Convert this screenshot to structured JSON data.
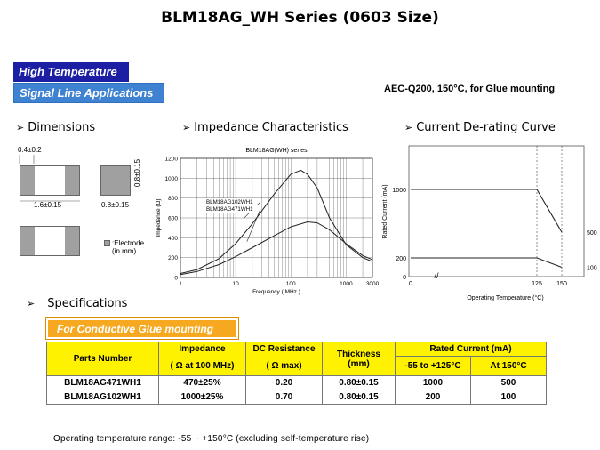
{
  "title": "BLM18AG_WH Series (0603 Size)",
  "tags": {
    "high_temp": "High Temperature",
    "signal_line": "Signal Line Applications"
  },
  "aec": "AEC-Q200, 150°C, for Glue mounting",
  "sections": {
    "dimensions": "Dimensions",
    "impedance": "Impedance Characteristics",
    "derating": "Current De-rating Curve",
    "specifications": "Specifications"
  },
  "dimensions": {
    "d1": "0.4±0.2",
    "d2": "1.6±0.15",
    "d3": "0.8±0.15",
    "d4": "0.8±0.15",
    "electrode": ":Electrode",
    "unit": "(in mm)"
  },
  "chart_data": [
    {
      "type": "line",
      "title": "BLM18AG(WH) series",
      "xlabel": "Frequency ( MHz )",
      "ylabel": "Impedance (Ω)",
      "xscale": "log",
      "xlim": [
        1,
        3000
      ],
      "ylim": [
        0,
        1200
      ],
      "xticks": [
        "1",
        "10",
        "100",
        "1000",
        "3000"
      ],
      "yticks": [
        "0",
        "200",
        "400",
        "600",
        "800",
        "1000",
        "1200"
      ],
      "grid": true,
      "series": [
        {
          "name": "BLM18AG102WH1",
          "x": [
            1,
            2,
            5,
            10,
            20,
            50,
            100,
            150,
            200,
            300,
            500,
            1000,
            2000,
            3000
          ],
          "values": [
            40,
            80,
            190,
            340,
            540,
            840,
            1040,
            1080,
            1040,
            900,
            600,
            330,
            200,
            160
          ]
        },
        {
          "name": "BLM18AG471WH1",
          "x": [
            1,
            2,
            5,
            10,
            20,
            50,
            100,
            200,
            300,
            500,
            1000,
            2000,
            3000
          ],
          "values": [
            30,
            60,
            130,
            210,
            300,
            420,
            510,
            560,
            550,
            480,
            340,
            220,
            180
          ]
        }
      ]
    },
    {
      "type": "line",
      "xlabel": "Operating Temperature (°C)",
      "ylabel": "Rated Current (mA)",
      "yticks": [
        "0",
        "200",
        "1000"
      ],
      "xticks": [
        "0",
        "125",
        "150"
      ],
      "series": [
        {
          "x": [
            0,
            125,
            150
          ],
          "values": [
            1000,
            1000,
            500
          ],
          "end_label": "500"
        },
        {
          "x": [
            0,
            125,
            150
          ],
          "values": [
            200,
            200,
            100
          ],
          "end_label": "100"
        }
      ]
    }
  ],
  "specs": {
    "conductive_glue": "For Conductive Glue mounting",
    "headers": {
      "parts_number": "Parts Number",
      "impedance": "Impedance",
      "impedance_sub": "( Ω at 100 MHz)",
      "dc_resistance": "DC Resistance",
      "dc_sub": "( Ω max)",
      "thickness": "Thickness",
      "thickness_sub": "(mm)",
      "rated_current": "Rated Current (mA)",
      "range1": "-55 to +125°C",
      "range2": "At 150°C"
    },
    "rows": [
      {
        "part": "BLM18AG471WH1",
        "imp": "470±25%",
        "dcr": "0.20",
        "thk": "0.80±0.15",
        "i1": "1000",
        "i2": "500"
      },
      {
        "part": "BLM18AG102WH1",
        "imp": "1000±25%",
        "dcr": "0.70",
        "thk": "0.80±0.15",
        "i1": "200",
        "i2": "100"
      }
    ]
  },
  "footnote": "Operating temperature range: -55 ~ +150°C (excluding self-temperature rise)"
}
